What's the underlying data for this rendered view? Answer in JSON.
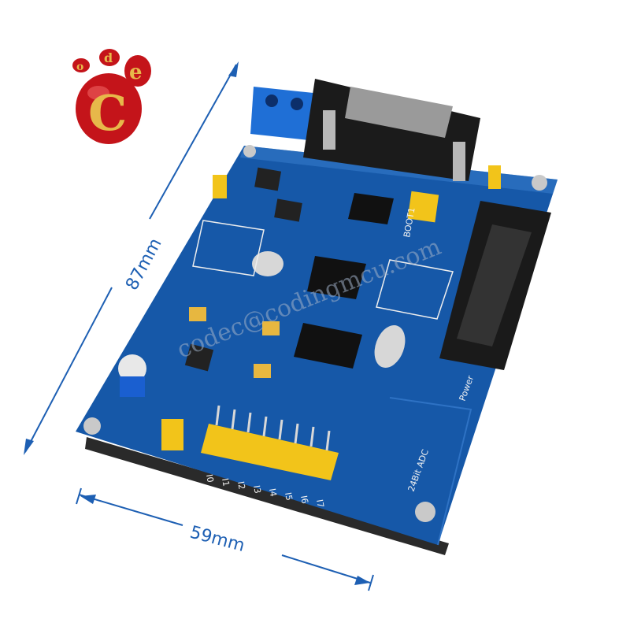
{
  "logo": {
    "letters": [
      "o",
      "d",
      "e",
      "C"
    ]
  },
  "dimensions": {
    "height_label": "87mm",
    "width_label": "59mm"
  },
  "board": {
    "title": "24Bit ADC",
    "power_label": "Power",
    "boot_label": "BOOT1",
    "input_labels": [
      "I0",
      "I1",
      "I2",
      "I3",
      "I4",
      "I5",
      "I6",
      "I7"
    ],
    "pcb_color": "#1658a8",
    "header_color": "#f2c41a"
  },
  "watermark": "codec@codingmcu.com",
  "colors": {
    "dimension_lines": "#1d5fb3",
    "logo_red": "#c4141a",
    "logo_gold": "#e7b84a"
  }
}
